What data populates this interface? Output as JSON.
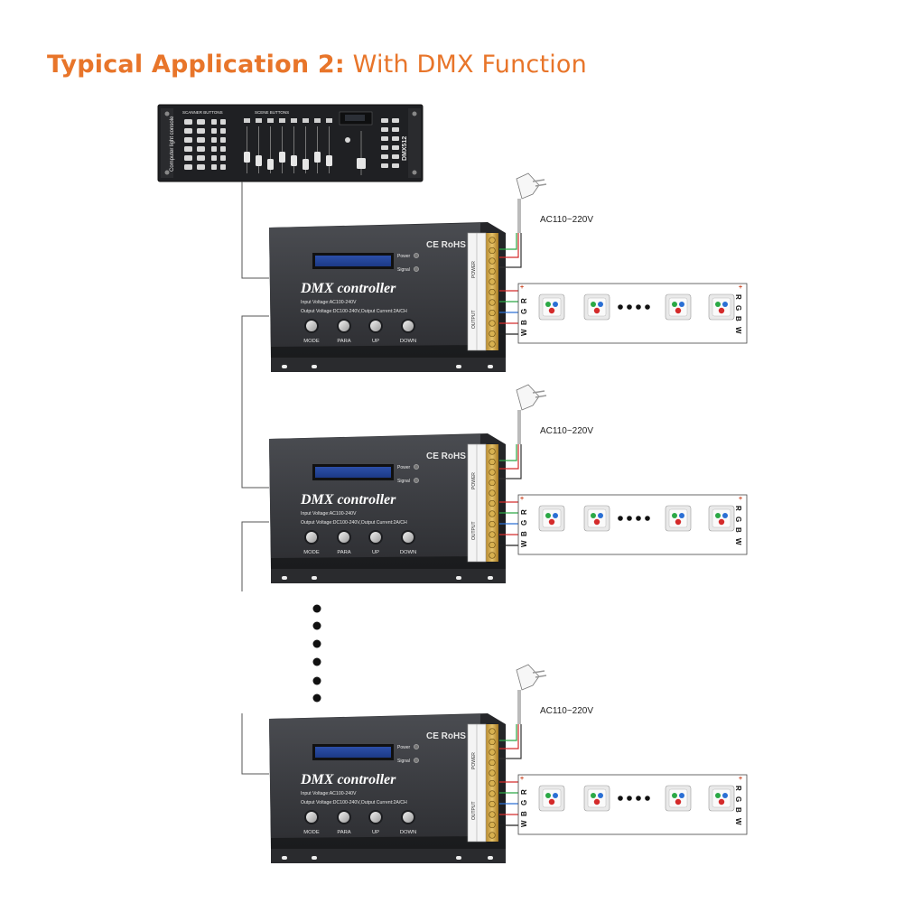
{
  "title": {
    "bold": "Typical Application 2:",
    "rest": " With DMX Function"
  },
  "console": {
    "brand": "DMX512",
    "left_section": "SCANNER BUTTONS",
    "right_section": "SCENE BUTTONS",
    "side_label": "Computer light console"
  },
  "controller": {
    "name": "DMX controller",
    "cert": "CE RoHS",
    "led_power": "Power",
    "led_signal": "Signal",
    "input_voltage": "Input Voltage:AC100-240V",
    "output_line": "Output Voltage:DC100-240V,Output Current:2A/CH",
    "buttons": [
      "MODE",
      "PARA",
      "UP",
      "DOWN"
    ],
    "terminal_power": "POWER",
    "terminal_output": "OUTPUT"
  },
  "units": [
    {
      "ac_label": "AC110~220V"
    },
    {
      "ac_label": "AC110~220V"
    },
    {
      "ac_label": "AC110~220V"
    }
  ],
  "strip": {
    "left_letters": [
      "W",
      "B",
      "G",
      "R"
    ],
    "right_letters": [
      "R",
      "G",
      "B",
      "W"
    ],
    "plus": "+"
  },
  "colors": {
    "accent": "#e8752a",
    "device": "#3d3f43",
    "led_red": "#d42a2a",
    "led_green": "#2aa845",
    "led_blue": "#2a6fd4"
  }
}
